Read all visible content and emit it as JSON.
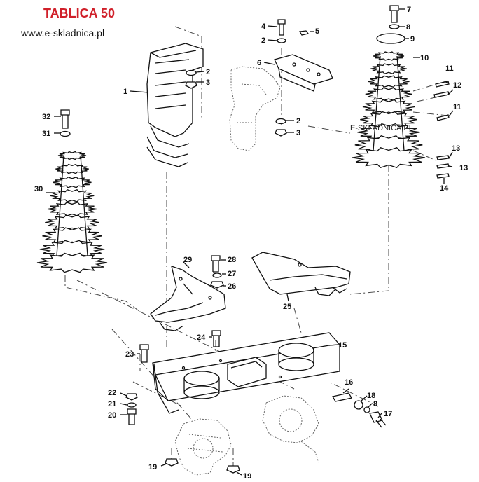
{
  "header": {
    "title": "TABLICA 50",
    "website": "www.e-skladnica.pl"
  },
  "watermark": "E-SKLADNICA.PL",
  "colors": {
    "title": "#d0202a",
    "ink": "#111111",
    "background": "#ffffff"
  },
  "callouts": [
    {
      "id": "c1",
      "text": "1"
    },
    {
      "id": "c2a",
      "text": "2"
    },
    {
      "id": "c3a",
      "text": "3"
    },
    {
      "id": "c4",
      "text": "4"
    },
    {
      "id": "c2b",
      "text": "2"
    },
    {
      "id": "c5",
      "text": "5"
    },
    {
      "id": "c6",
      "text": "6"
    },
    {
      "id": "c2c",
      "text": "2"
    },
    {
      "id": "c3b",
      "text": "3"
    },
    {
      "id": "c7",
      "text": "7"
    },
    {
      "id": "c8a",
      "text": "8"
    },
    {
      "id": "c9",
      "text": "9"
    },
    {
      "id": "c10",
      "text": "10"
    },
    {
      "id": "c11a",
      "text": "11"
    },
    {
      "id": "c12",
      "text": "12"
    },
    {
      "id": "c11b",
      "text": "11"
    },
    {
      "id": "c13a",
      "text": "13"
    },
    {
      "id": "c13b",
      "text": "13"
    },
    {
      "id": "c14",
      "text": "14"
    },
    {
      "id": "c32",
      "text": "32"
    },
    {
      "id": "c31",
      "text": "31"
    },
    {
      "id": "c30",
      "text": "30"
    },
    {
      "id": "c29",
      "text": "29"
    },
    {
      "id": "c28",
      "text": "28"
    },
    {
      "id": "c27",
      "text": "27"
    },
    {
      "id": "c26",
      "text": "26"
    },
    {
      "id": "c25",
      "text": "25"
    },
    {
      "id": "c24",
      "text": "24"
    },
    {
      "id": "c23",
      "text": "23"
    },
    {
      "id": "c15",
      "text": "15"
    },
    {
      "id": "c16",
      "text": "16"
    },
    {
      "id": "c18",
      "text": "18"
    },
    {
      "id": "c8b",
      "text": "8"
    },
    {
      "id": "c17",
      "text": "17"
    },
    {
      "id": "c22",
      "text": "22"
    },
    {
      "id": "c21",
      "text": "21"
    },
    {
      "id": "c20",
      "text": "20"
    },
    {
      "id": "c19a",
      "text": "19"
    },
    {
      "id": "c19b",
      "text": "19"
    }
  ]
}
